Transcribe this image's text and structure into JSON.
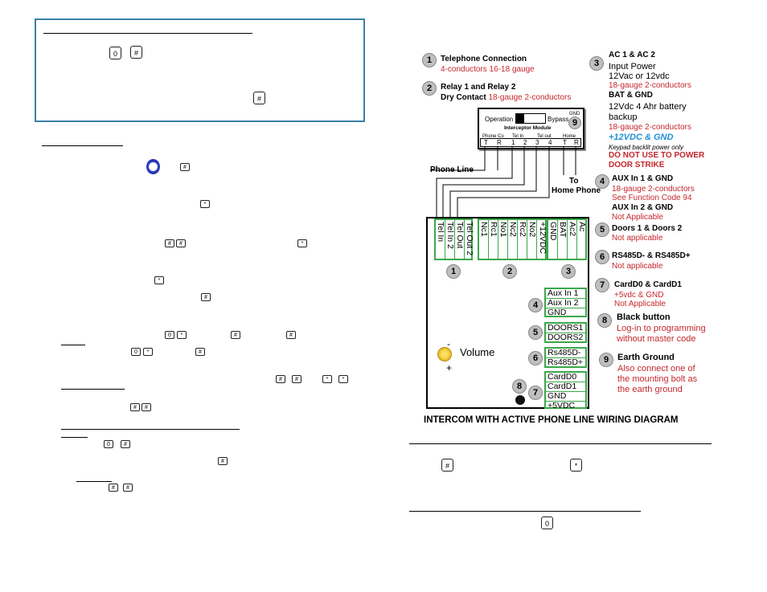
{
  "left": {
    "keys": {
      "zero": "0",
      "hash": "#",
      "star": "*"
    }
  },
  "diagram": {
    "title": "INTERCOM WITH ACTIVE PHONE LINE WIRING DIAGRAM",
    "items": [
      {
        "n": "1",
        "title": "Telephone Connection",
        "lines": [
          "4-conductors 16-18 gauge"
        ]
      },
      {
        "n": "2",
        "title": "Relay 1 and Relay 2",
        "title2": "Dry Contact",
        "title2_red": "18-gauge 2-conductors"
      },
      {
        "n": "3",
        "title": "AC 1 & AC 2",
        "lines_black": [
          "Input Power",
          "12Vac or 12vdc"
        ],
        "red1": "18-gauge 2-conductors",
        "title_b": "BAT & GND",
        "lines_black2": [
          "12Vdc 4 Ahr battery",
          "backup"
        ],
        "red2": "18-gauge 2-conductors",
        "blue": "+12VDC & GND",
        "small": "Keypad backlit power only",
        "warn": [
          "DO NOT USE TO POWER",
          "DOOR STRIKE"
        ]
      },
      {
        "n": "4",
        "title": "AUX In 1 & GND",
        "red": [
          "18-gauge 2-conductors",
          "See Function Code 94"
        ],
        "title_b": "AUX In 2 & GND",
        "red_b": "Not Applicable"
      },
      {
        "n": "5",
        "title": "Doors 1 & Doors 2",
        "red": "Not applicable"
      },
      {
        "n": "6",
        "title": "RS485D- & RS485D+",
        "red": "Not applicable"
      },
      {
        "n": "7",
        "title": "CardD0 & CardD1",
        "red": [
          "+5vdc & GND",
          "Not Applicable"
        ]
      },
      {
        "n": "8",
        "title": "Black button",
        "red": [
          "Log-in to programming",
          "without master code"
        ]
      },
      {
        "n": "9",
        "title": "Earth Ground",
        "red": [
          "Also connect one of",
          "the mounting bolt as",
          "the earth ground"
        ]
      }
    ],
    "module": {
      "operation": "Operation",
      "bypass": "Bypass",
      "name": "Interceptor Module",
      "gnd": "GND",
      "groups": [
        "Phone Co",
        "Tel In",
        "Tel out",
        "Home"
      ],
      "terms": [
        "T",
        "R",
        "1",
        "2",
        "3",
        "4",
        "T",
        "R"
      ]
    },
    "phone_line": "Phone Line",
    "home_phone": [
      "To",
      "Home Phone"
    ],
    "tb1": [
      "Tel In",
      "Tel In 2",
      "Tel Out",
      "Tel Out 2"
    ],
    "tb2": [
      "Nc1",
      "Rc1",
      "No1",
      "Nc2",
      "Rc2",
      "No2",
      "+12VDC"
    ],
    "tb3": [
      "GND",
      "BAT",
      "Ac2",
      "Ac"
    ],
    "aux": [
      "Aux In 1",
      "Aux In 2",
      "GND"
    ],
    "doors": [
      "DOORS1",
      "DOORS2"
    ],
    "rs": [
      "Rs485D-",
      "Rs485D+"
    ],
    "card": [
      "CardD0",
      "CardD1",
      "GND",
      "+5VDC"
    ],
    "volume": "Volume",
    "minus": "-",
    "plus": "+"
  }
}
